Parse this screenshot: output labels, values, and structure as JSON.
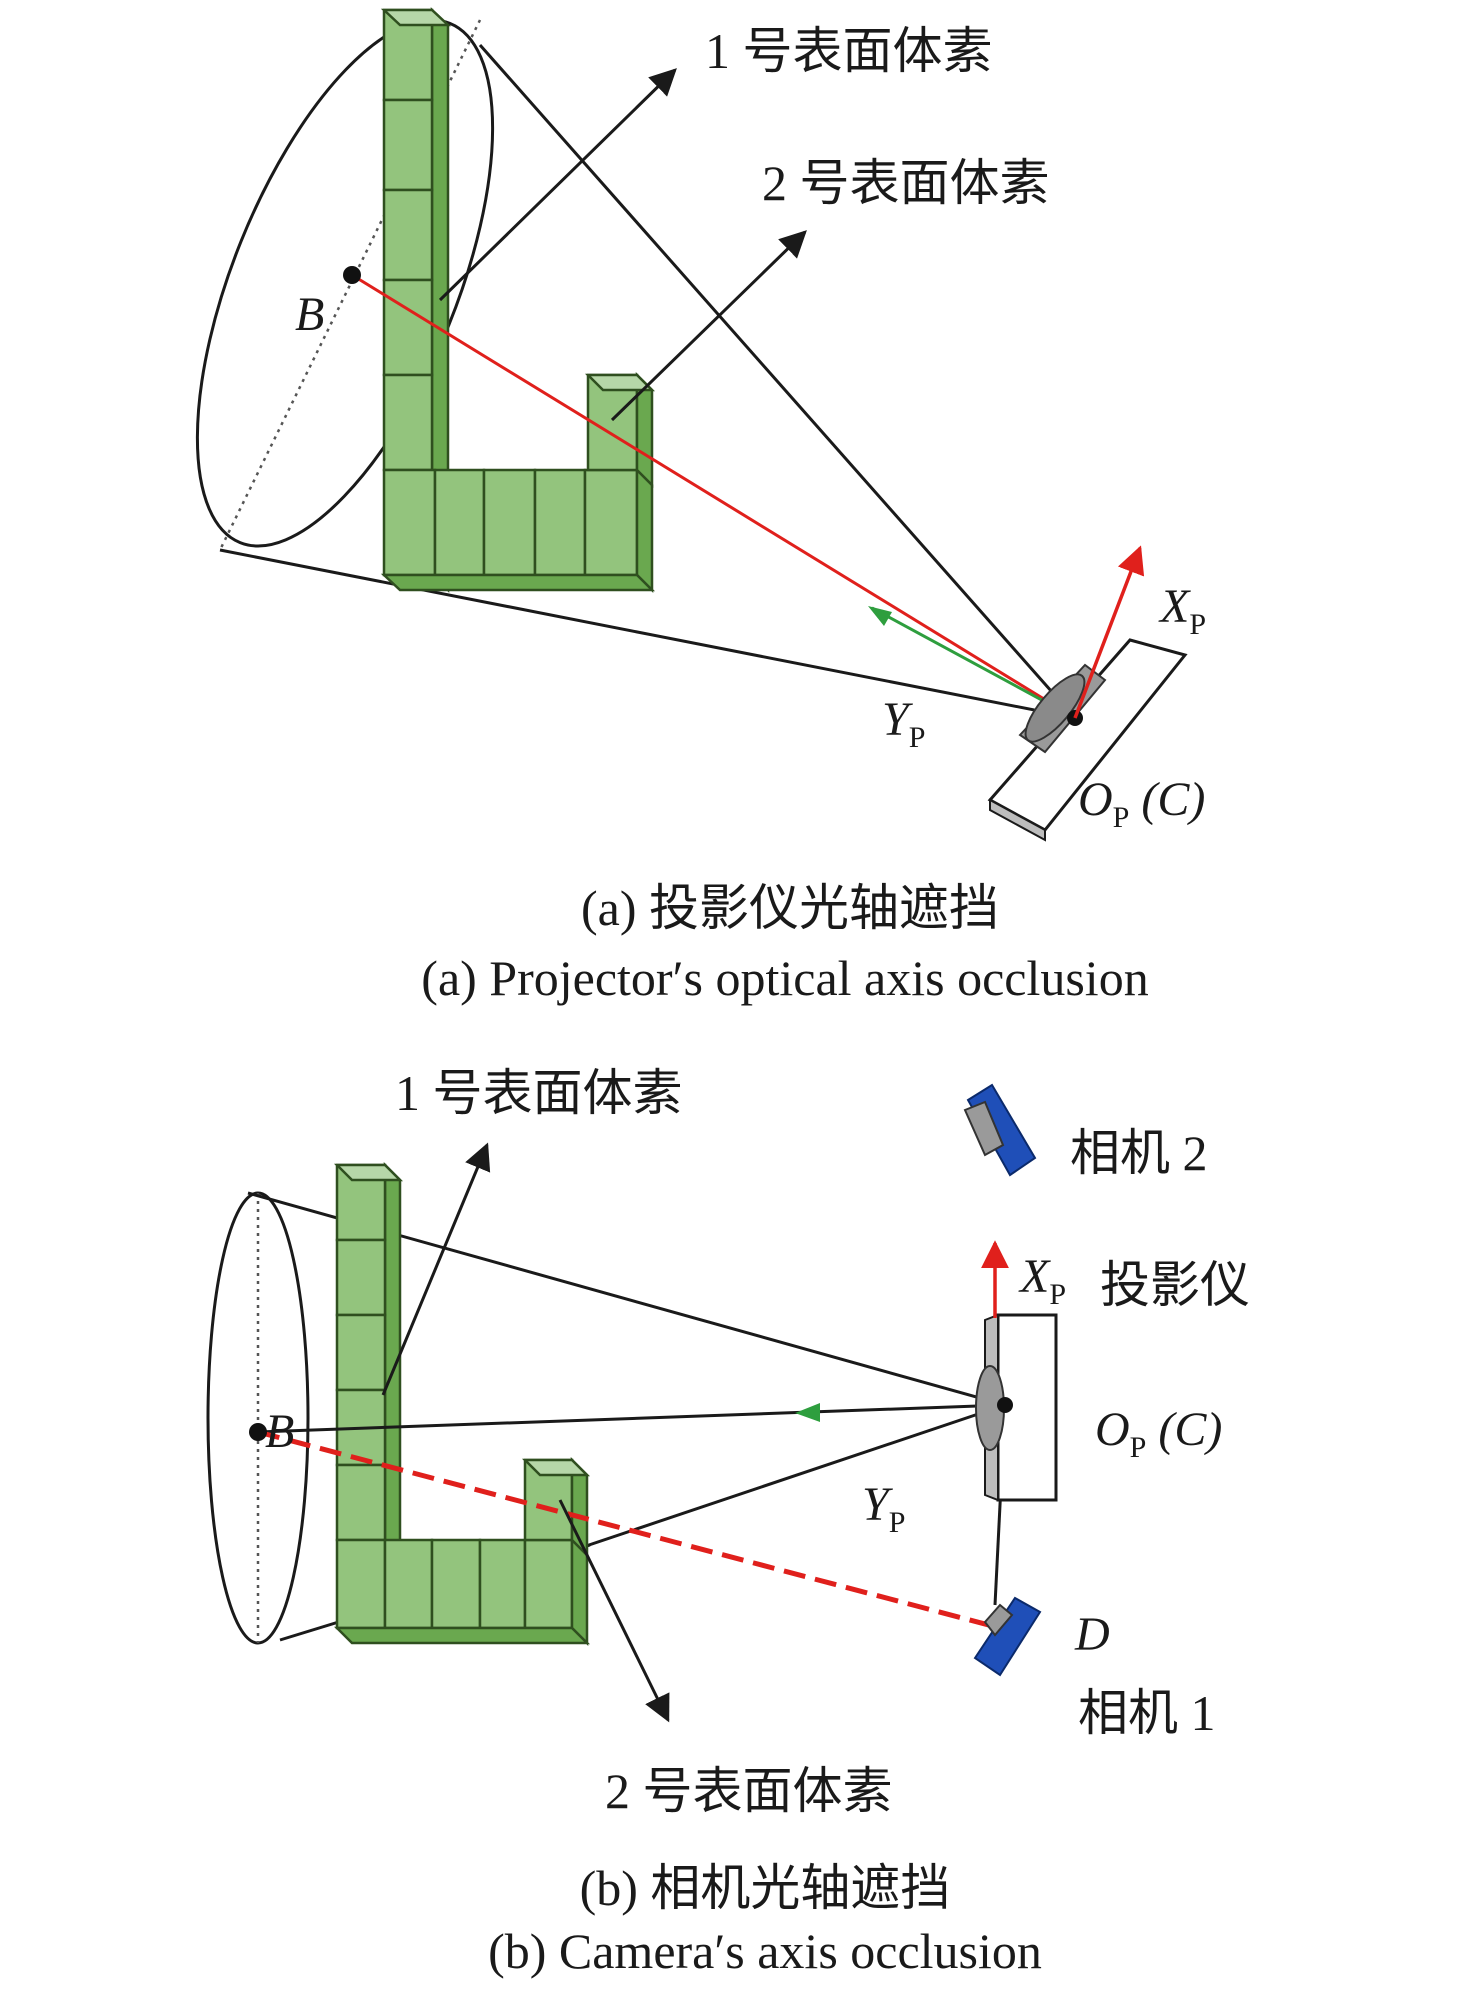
{
  "panel_a": {
    "label_voxel1": "1 号表面体素",
    "label_voxel2": "2 号表面体素",
    "point_b": "B",
    "axis_x": "X",
    "axis_x_sub": "P",
    "axis_y": "Y",
    "axis_y_sub": "P",
    "origin": "O",
    "origin_sub": "P",
    "origin_tail": " (C)",
    "caption_cn": "(a) 投影仪光轴遮挡",
    "caption_en": "(a) Projector′s optical axis occlusion"
  },
  "panel_b": {
    "label_voxel1": "1 号表面体素",
    "label_voxel2": "2 号表面体素",
    "camera2": "相机 2",
    "camera1": "相机 1",
    "projector": "投影仪",
    "point_b": "B",
    "point_d": "D",
    "axis_x": "X",
    "axis_x_sub": "P",
    "axis_y": "Y",
    "axis_y_sub": "P",
    "origin": "O",
    "origin_sub": "P",
    "origin_tail": " (C)",
    "caption_cn": "(b) 相机光轴遮挡",
    "caption_en": "(b) Camera′s axis occlusion"
  },
  "colors": {
    "voxel_front": "#93c47d",
    "voxel_side": "#6aa84f",
    "axis_red": "#e0201c",
    "ray_green": "#2e9e3e",
    "camera_blue": "#1f4fb8",
    "projector_grey": "#9a9a9a",
    "line_black": "#1a1a1a"
  }
}
